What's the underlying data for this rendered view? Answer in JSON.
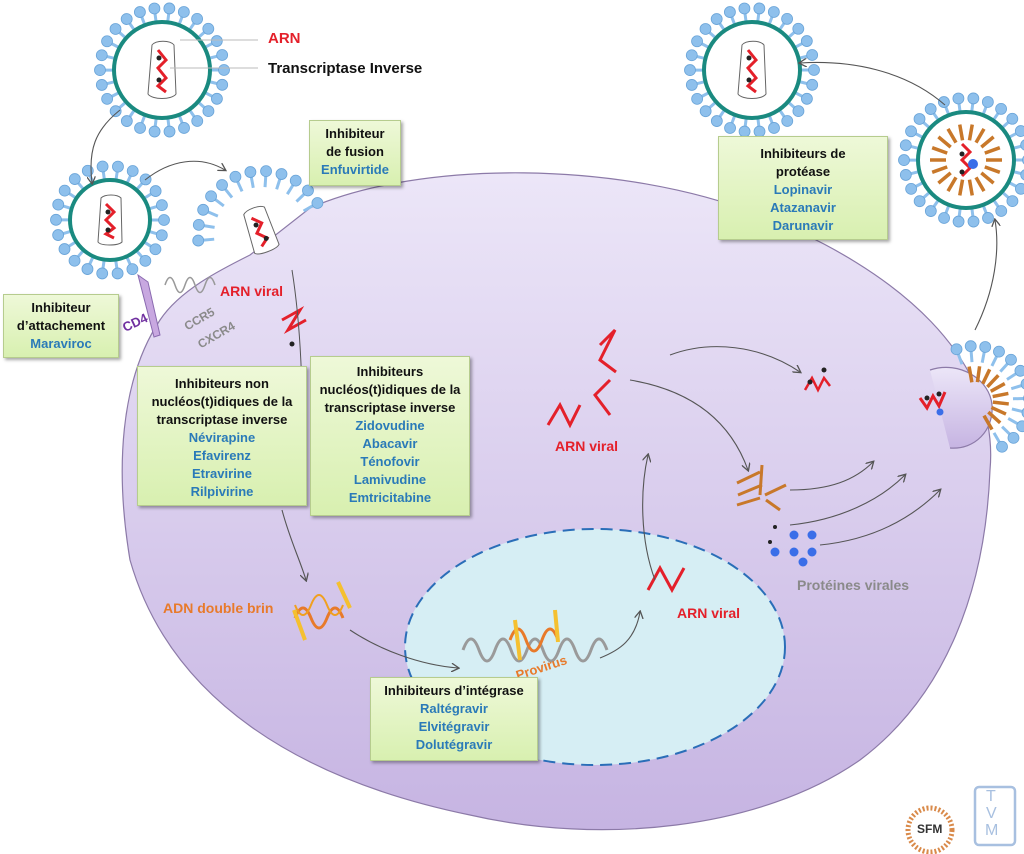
{
  "legend": {
    "arn": "ARN",
    "transcriptase": "Transcriptase Inverse"
  },
  "labels": {
    "arn_viral_entry": "ARN viral",
    "arn_viral_cytoplasm": "ARN viral",
    "arn_viral_nucleus": "ARN viral",
    "adn_double_brin": "ADN double brin",
    "provirus": "Provirus",
    "proteines_virales": "Protéines virales",
    "cd4": "CD4",
    "ccr5": "CCR5",
    "cxcr4": "CXCR4"
  },
  "boxes": {
    "fusion": {
      "title": [
        "Inhibiteur",
        "de fusion"
      ],
      "drugs": [
        "Enfuvirtide"
      ]
    },
    "attachement": {
      "title": [
        "Inhibiteur",
        "d’attachement"
      ],
      "drugs": [
        "Maraviroc"
      ]
    },
    "nnrti": {
      "title": [
        "Inhibiteurs non",
        "nucléos(t)idiques de la",
        "transcriptase inverse"
      ],
      "drugs": [
        "Névirapine",
        "Efavirenz",
        "Etravirine",
        "Rilpivirine"
      ]
    },
    "nrti": {
      "title": [
        "Inhibiteurs",
        "nucléos(t)idiques de la",
        "transcriptase inverse"
      ],
      "drugs": [
        "Zidovudine",
        "Abacavir",
        "Ténofovir",
        "Lamivudine",
        "Emtricitabine"
      ]
    },
    "protease": {
      "title": [
        "Inhibiteurs de",
        "protéase"
      ],
      "drugs": [
        "Lopinavir",
        "Atazanavir",
        "Darunavir"
      ]
    },
    "integrase": {
      "title": [
        "Inhibiteurs d’intégrase"
      ],
      "drugs": [
        "Raltégravir",
        "Elvitégravir",
        "Dolutégravir"
      ]
    }
  },
  "logos": {
    "sfm": "SFM",
    "tvm_top": "T",
    "tvm_mid": "V",
    "tvm_bottom": "M"
  },
  "colors": {
    "rna": "#e4202a",
    "drug": "#2a7ab8",
    "dna": "#e87a2a",
    "capsid": "#c8782a",
    "envelope": "#1a8a80",
    "spike": "#8ec0ec",
    "cell": "#d6c8ec",
    "nucleus": "#d6eef4"
  }
}
